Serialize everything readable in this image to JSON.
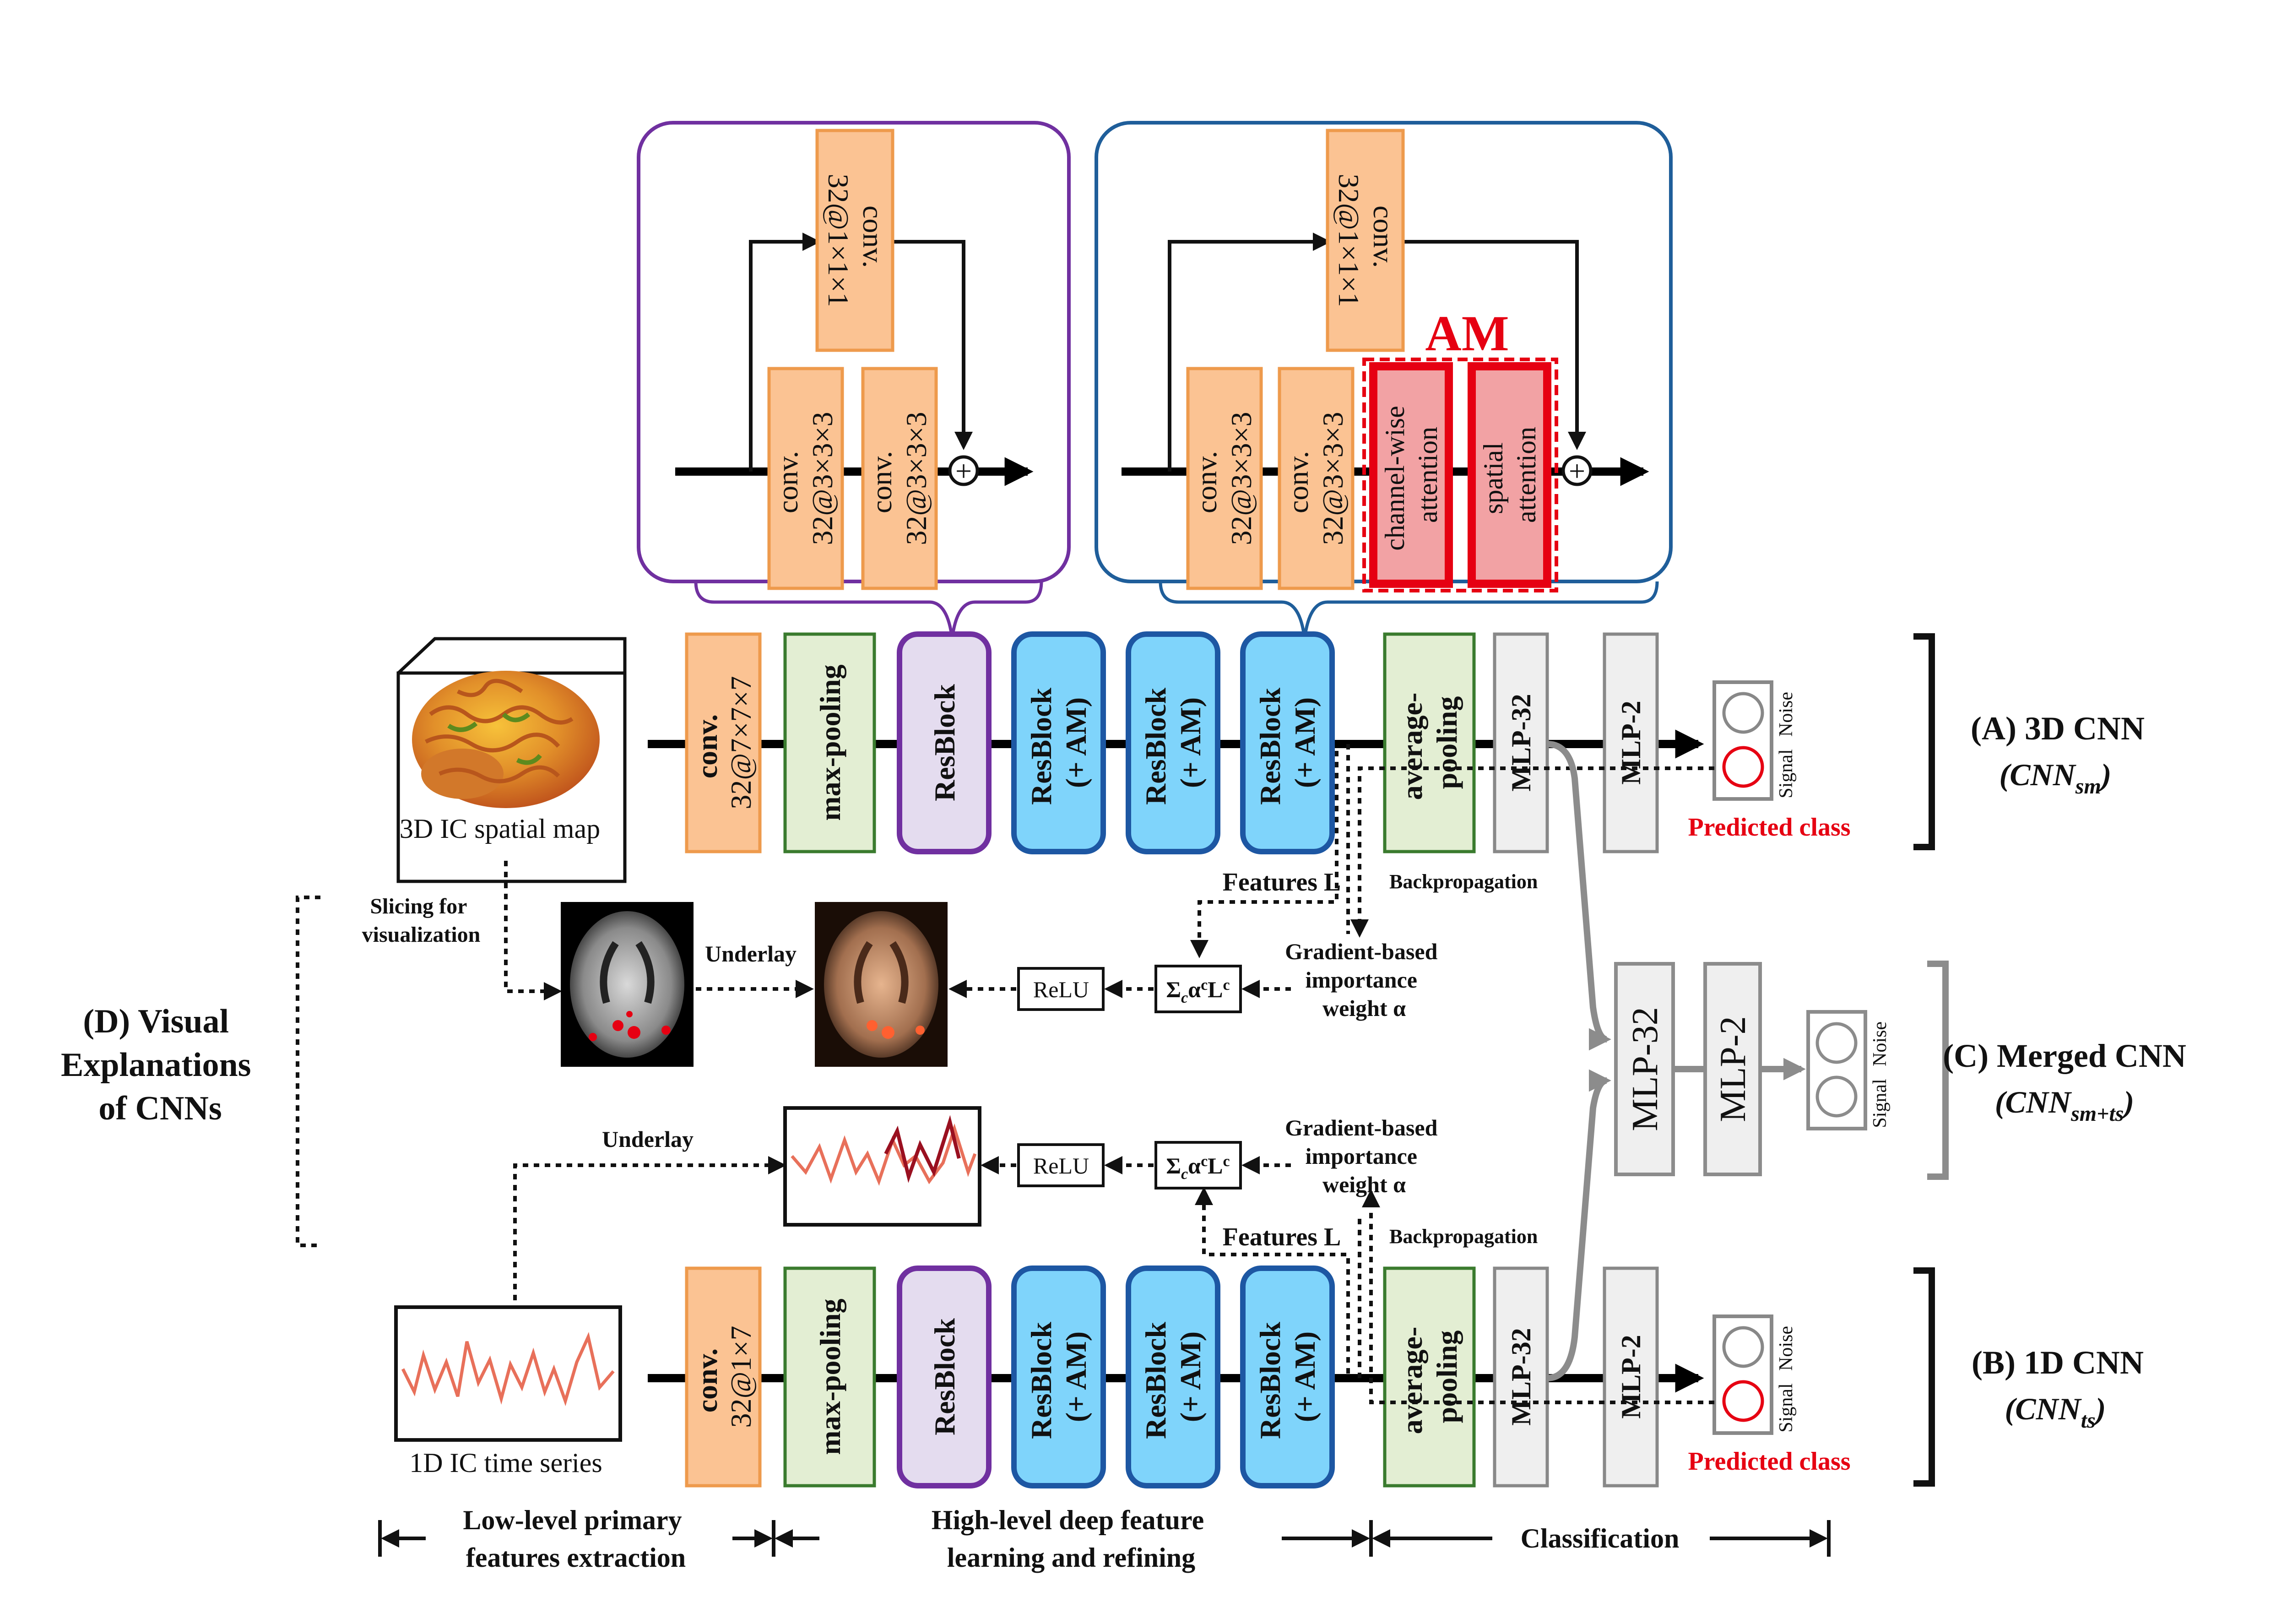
{
  "colors": {
    "conv": "#fbc393",
    "conv_edge": "#ee9a4c",
    "pool": "#e3eed3",
    "pool_edge": "#3a7b2e",
    "res": "#e4dcef",
    "res_edge": "#7030a0",
    "resam": "#7fd4fb",
    "resam_edge": "#1d57a3",
    "mlp": "#efefef",
    "mlp_edge": "#888888",
    "am": "#f2a2a4",
    "am_edge": "#e60012",
    "resblock_frame": "#7030a0",
    "resblock_am_frame": "#1f5e9a",
    "predicted": "#e60012",
    "merged": "#8c8c8c"
  },
  "resblock_detail": {
    "shortcut_conv": [
      "conv.",
      "32@1×1×1"
    ],
    "conv_a": [
      "conv.",
      "32@3×3×3"
    ],
    "conv_b": [
      "conv.",
      "32@3×3×3"
    ]
  },
  "resblock_am_detail": {
    "shortcut_conv": [
      "conv.",
      "32@1×1×1"
    ],
    "conv_a": [
      "conv.",
      "32@3×3×3"
    ],
    "conv_b": [
      "conv.",
      "32@3×3×3"
    ],
    "am_title": "AM",
    "channel_attention": [
      "channel-wise",
      "attention"
    ],
    "spatial_attention": [
      "spatial",
      "attention"
    ]
  },
  "plus_symbol": "+",
  "pipeline_a": {
    "input_caption": "3D IC spatial map",
    "conv": [
      "conv.",
      "32@7×7×7"
    ],
    "pool": "max-pooling",
    "resblock": "ResBlock",
    "resam": [
      "ResBlock",
      "(+ AM)"
    ],
    "avgpool": [
      "average-",
      "pooling"
    ],
    "mlp32": "MLP-32",
    "mlp2": "MLP-2",
    "predicted": "Predicted class",
    "signal": "Signal",
    "noise": "Noise",
    "title": "(A) 3D CNN",
    "subtitle_main": "CNN",
    "subtitle_sub": "sm"
  },
  "pipeline_b": {
    "input_caption": "1D IC time series",
    "conv": [
      "conv.",
      "32@1×7"
    ],
    "pool": "max-pooling",
    "resblock": "ResBlock",
    "resam": [
      "ResBlock",
      "(+ AM)"
    ],
    "avgpool": [
      "average-",
      "pooling"
    ],
    "mlp32": "MLP-32",
    "mlp2": "MLP-2",
    "predicted": "Predicted class",
    "signal": "Signal",
    "noise": "Noise",
    "title": "(B) 1D CNN",
    "subtitle_main": "CNN",
    "subtitle_sub": "ts"
  },
  "merged": {
    "mlp32": "MLP-32",
    "mlp2": "MLP-2",
    "signal": "Signal",
    "noise": "Noise",
    "title": "(C) Merged CNN",
    "subtitle_main": "CNN",
    "subtitle_sub": "sm+ts"
  },
  "visual_explanations": {
    "title": [
      "(D) Visual",
      "Explanations",
      "of CNNs"
    ],
    "slicing": [
      "Slicing for",
      "visualization"
    ],
    "underlay": "Underlay",
    "relu": "ReLU",
    "features_l": "Features L",
    "backpropagation": "Backpropagation",
    "gradient_label": [
      "Gradient-based",
      "importance",
      "weight α"
    ],
    "formula": {
      "sigma": "Σ",
      "sub_c": "c",
      "alpha": "α",
      "sup_c": "c",
      "L": "L"
    }
  },
  "bottom": {
    "low_level": [
      "Low-level primary",
      "features extraction"
    ],
    "high_level": [
      "High-level deep feature",
      "learning and refining"
    ],
    "classification": "Classification"
  }
}
